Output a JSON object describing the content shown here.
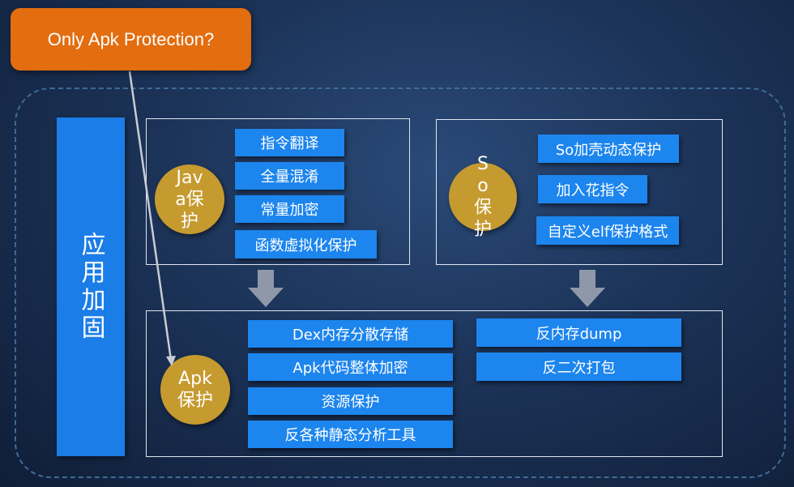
{
  "callout": {
    "text": "Only Apk Protection?"
  },
  "side_label": "应用加固",
  "java": {
    "label": "Java保护",
    "items": [
      "指令翻译",
      "全量混淆",
      "常量加密",
      "函数虚拟化保护"
    ]
  },
  "so": {
    "label": "So保护",
    "items": [
      "So加壳动态保护",
      "加入花指令",
      "自定义elf保护格式"
    ]
  },
  "apk": {
    "label": "Apk保护",
    "items": [
      "Dex内存分散存储",
      "Apk代码整体加密",
      "资源保护",
      "反各种静态分析工具"
    ],
    "right_items": [
      "反内存dump",
      "反二次打包"
    ]
  },
  "colors": {
    "pill": "#1c85ee",
    "side_bar": "#1b7de8",
    "circle": "#c59a2f",
    "callout": "#e36d0f",
    "arrow": "#8e98a8"
  }
}
